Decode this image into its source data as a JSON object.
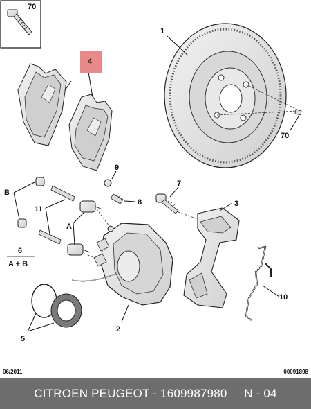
{
  "callouts": {
    "c70_box": "70",
    "c4": "4",
    "c1": "1",
    "c70_disc": "70",
    "c9": "9",
    "c7": "7",
    "c3": "3",
    "c8": "8",
    "cB": "B",
    "c11": "11",
    "cA": "A",
    "c6": "6",
    "c6_sub": "A + B",
    "c10": "10",
    "c2": "2",
    "c5": "5"
  },
  "footer": {
    "date": "06/2011",
    "ref": "00091898",
    "caption": "CITROEN PEUGEOT - 1609987980     N - 04"
  },
  "colors": {
    "highlight": "#e98a8a",
    "part_fill": "#e3e3e3",
    "footer_bg": "#6d6d6d"
  }
}
